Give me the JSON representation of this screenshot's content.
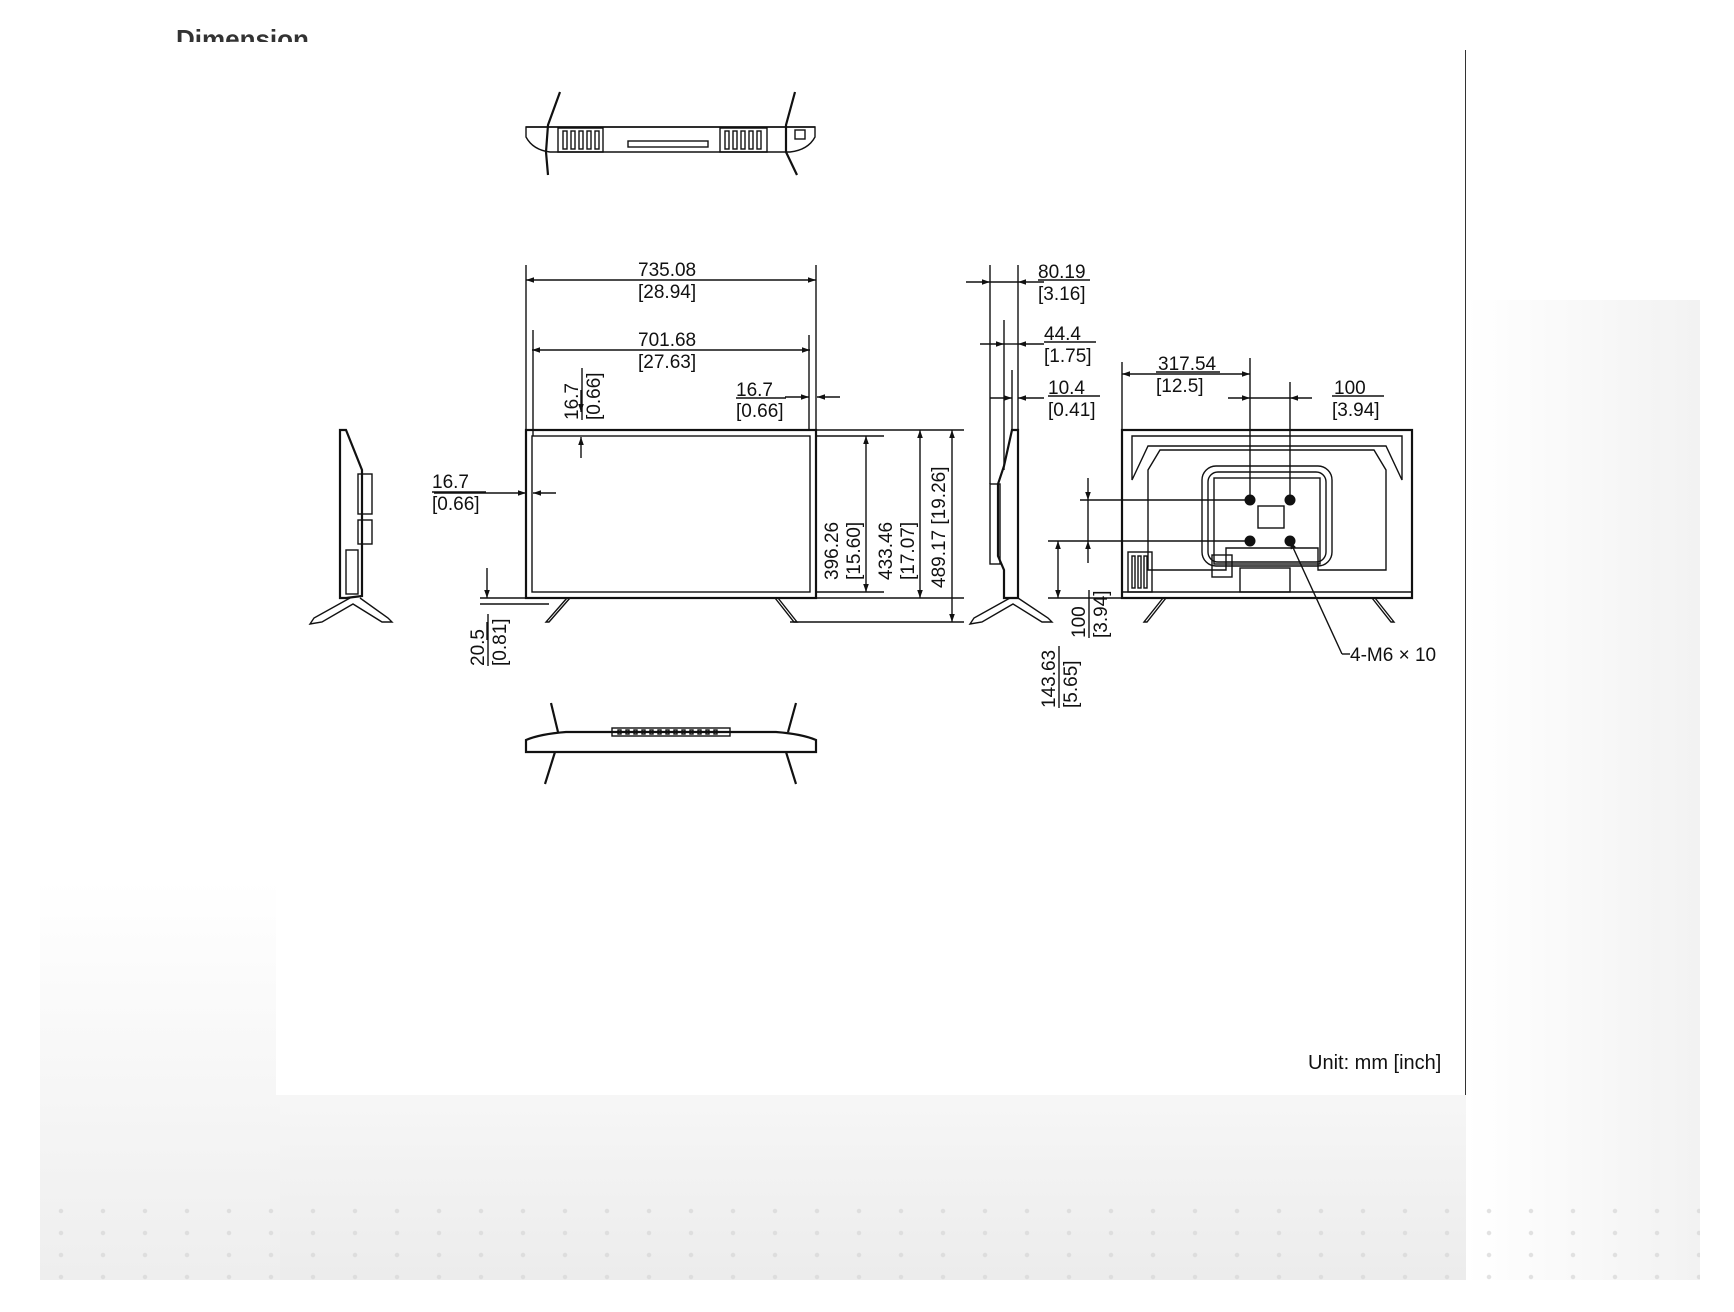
{
  "section_title": "Dimension",
  "unit_label": "Unit: mm [inch]",
  "dimensions": {
    "overall_width": "735.08",
    "overall_width_in": "[28.94]",
    "screen_width": "701.68",
    "screen_width_in": "[27.63]",
    "bezel_top": "16.7",
    "bezel_top_in": "[0.66]",
    "bezel_right": "16.7",
    "bezel_right_in": "[0.66]",
    "bezel_left": "16.7",
    "bezel_left_in": "[0.66]",
    "screen_height": "396.26",
    "screen_height_in": "[15.60]",
    "panel_height": "433.46",
    "panel_height_in": "[17.07]",
    "total_height": "489.17 [19.26]",
    "bottom_gap": "20.5",
    "bottom_gap_in": "[0.81]",
    "depth_total": "80.19",
    "depth_total_in": "[3.16]",
    "depth_body": "44.4",
    "depth_body_in": "[1.75]",
    "depth_panel": "10.4",
    "depth_panel_in": "[0.41]",
    "vesa_offset_x": "317.54",
    "vesa_offset_x_in": "[12.5]",
    "vesa_spacing_x": "100",
    "vesa_spacing_x_in": "[3.94]",
    "vesa_spacing_y": "100",
    "vesa_spacing_y_in": "[3.94]",
    "vesa_height": "143.63",
    "vesa_height_in": "[5.65]",
    "screw_spec": "4-M6 × 10"
  }
}
